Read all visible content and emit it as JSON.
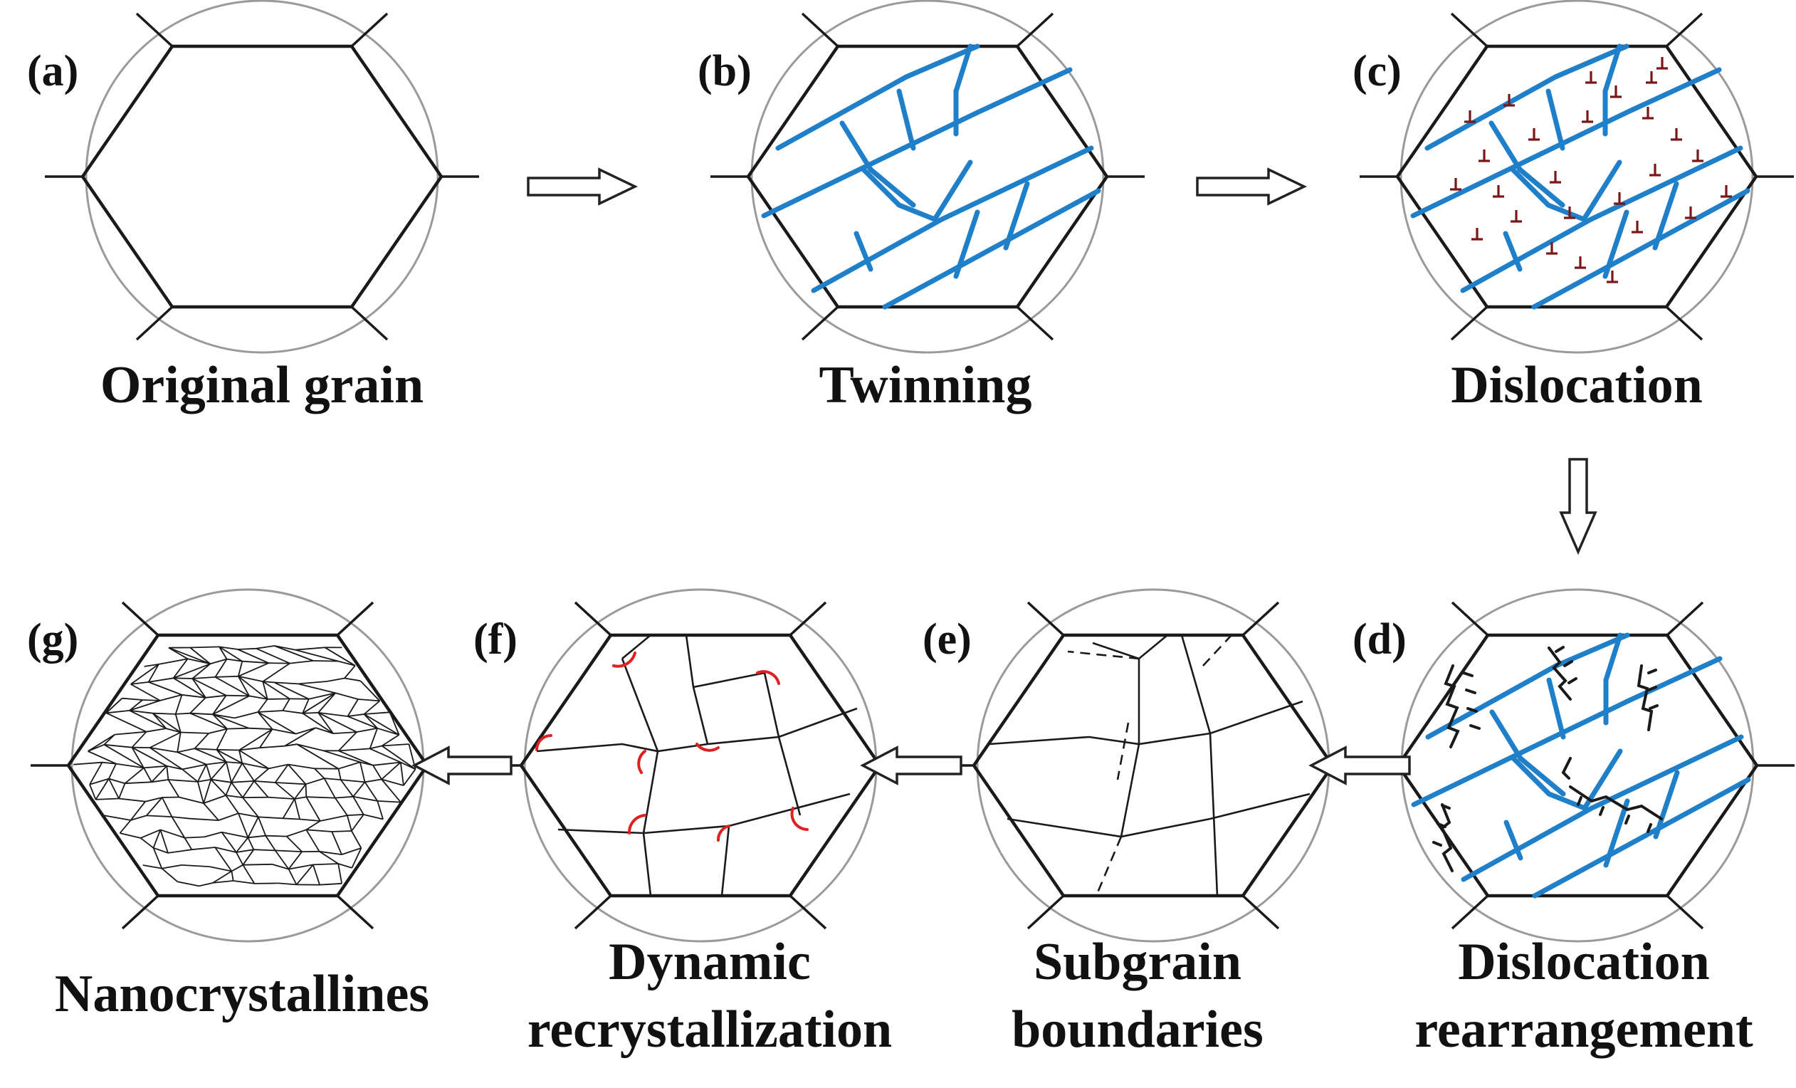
{
  "colors": {
    "grain_boundary": "#1a1a1a",
    "circle_outline": "#9a9a9a",
    "twin_boundary": "#1f7fc9",
    "red_arc": "#e02020",
    "dislocation_symbol": "#7a1818",
    "arrow": "#222222"
  },
  "panels": [
    {
      "id": "a",
      "label": "(a)",
      "caption": [
        "Original grain"
      ]
    },
    {
      "id": "b",
      "label": "(b)",
      "caption": [
        "Twinning"
      ]
    },
    {
      "id": "c",
      "label": "(c)",
      "caption": [
        "Dislocation"
      ]
    },
    {
      "id": "d",
      "label": "(d)",
      "caption": [
        "Dislocation",
        "rearrangement"
      ]
    },
    {
      "id": "e",
      "label": "(e)",
      "caption": [
        "Subgrain",
        "boundaries"
      ]
    },
    {
      "id": "f",
      "label": "(f)",
      "caption": [
        "Dynamic",
        "recrystallization"
      ]
    },
    {
      "id": "g",
      "label": "(g)",
      "caption": [
        "Nanocrystallines"
      ]
    }
  ],
  "arrows": [
    {
      "from": "a",
      "to": "b",
      "direction": "right"
    },
    {
      "from": "b",
      "to": "c",
      "direction": "right"
    },
    {
      "from": "c",
      "to": "d",
      "direction": "down"
    },
    {
      "from": "d",
      "to": "e",
      "direction": "left"
    },
    {
      "from": "e",
      "to": "f",
      "direction": "left"
    },
    {
      "from": "f",
      "to": "g",
      "direction": "left"
    }
  ]
}
